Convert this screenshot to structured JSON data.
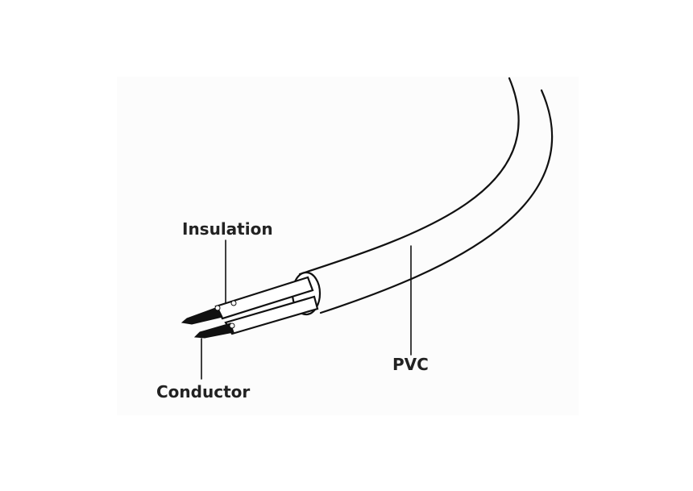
{
  "diagram": {
    "labels": {
      "insulation": "Insulation",
      "conductor": "Conductor",
      "pvc": "PVC"
    },
    "colors": {
      "stroke": "#111111",
      "text": "#222222",
      "background": "#ffffff"
    }
  }
}
